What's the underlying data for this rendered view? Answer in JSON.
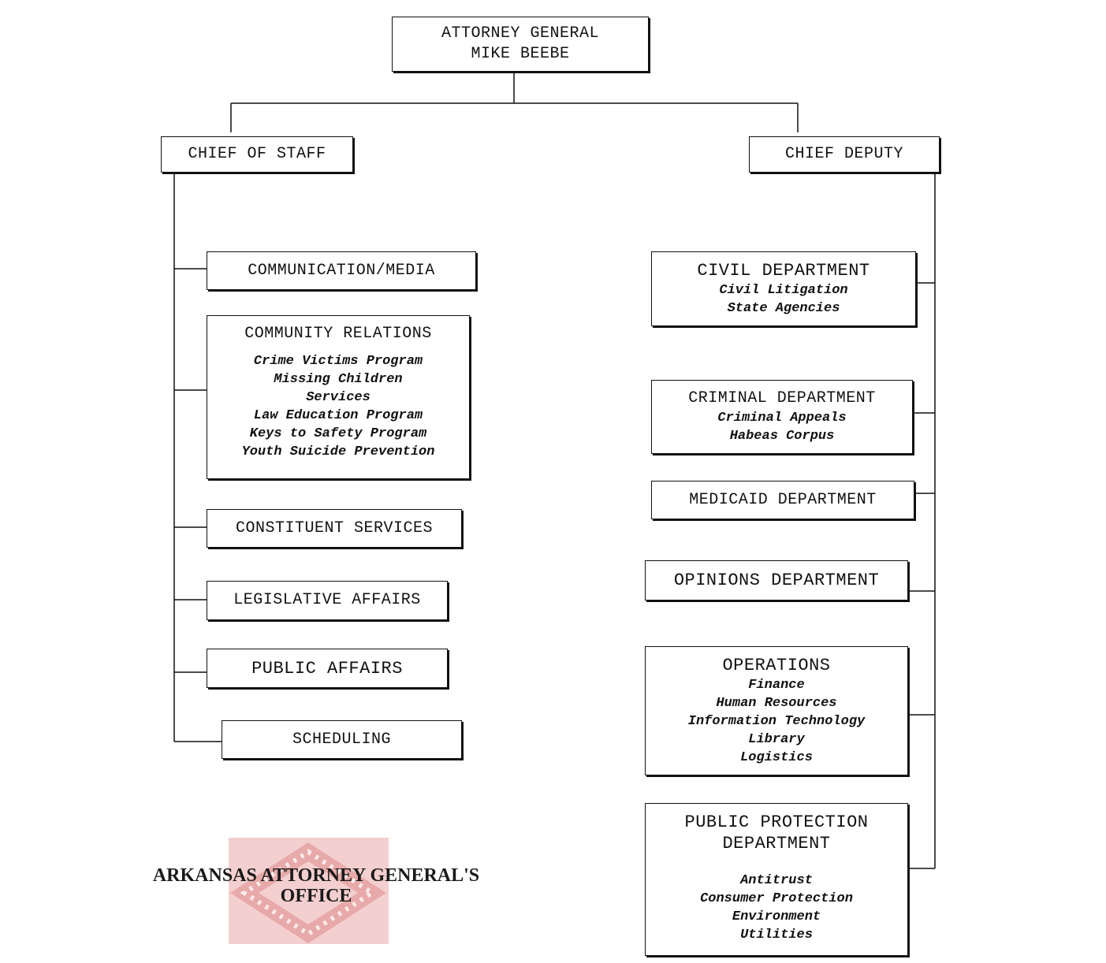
{
  "top": {
    "line1": "ATTORNEY GENERAL",
    "line2": "MIKE BEEBE"
  },
  "left_head": {
    "title": "CHIEF OF STAFF"
  },
  "right_head": {
    "title": "CHIEF DEPUTY"
  },
  "left_units": [
    {
      "title": "COMMUNICATION/MEDIA"
    },
    {
      "title": "COMMUNITY RELATIONS",
      "items": [
        "Crime Victims Program",
        "Missing Children",
        "Services",
        "Law Education Program",
        "Keys to Safety Program",
        "Youth Suicide Prevention"
      ]
    },
    {
      "title": "CONSTITUENT SERVICES"
    },
    {
      "title": "LEGISLATIVE AFFAIRS"
    },
    {
      "title": "PUBLIC AFFAIRS"
    },
    {
      "title": "SCHEDULING"
    }
  ],
  "right_units": [
    {
      "title": "CIVIL DEPARTMENT",
      "items": [
        "Civil Litigation",
        "State Agencies"
      ]
    },
    {
      "title": "CRIMINAL DEPARTMENT",
      "items": [
        "Criminal Appeals",
        "Habeas Corpus"
      ]
    },
    {
      "title": "MEDICAID DEPARTMENT"
    },
    {
      "title": "OPINIONS DEPARTMENT"
    },
    {
      "title": "OPERATIONS",
      "items": [
        "Finance",
        "Human Resources",
        "Information Technology",
        "Library",
        "Logistics"
      ]
    },
    {
      "title_line1": "PUBLIC PROTECTION",
      "title_line2": "DEPARTMENT",
      "items": [
        "Antitrust",
        "Consumer Protection",
        "Environment",
        "Utilities"
      ]
    }
  ],
  "logo": {
    "line1": "ARKANSAS ATTORNEY GENERAL'S",
    "line2": "OFFICE"
  },
  "colors": {
    "line": "#111111",
    "seal_bg": "#f4cfcf",
    "seal_diamond": "#e7a9a9"
  }
}
